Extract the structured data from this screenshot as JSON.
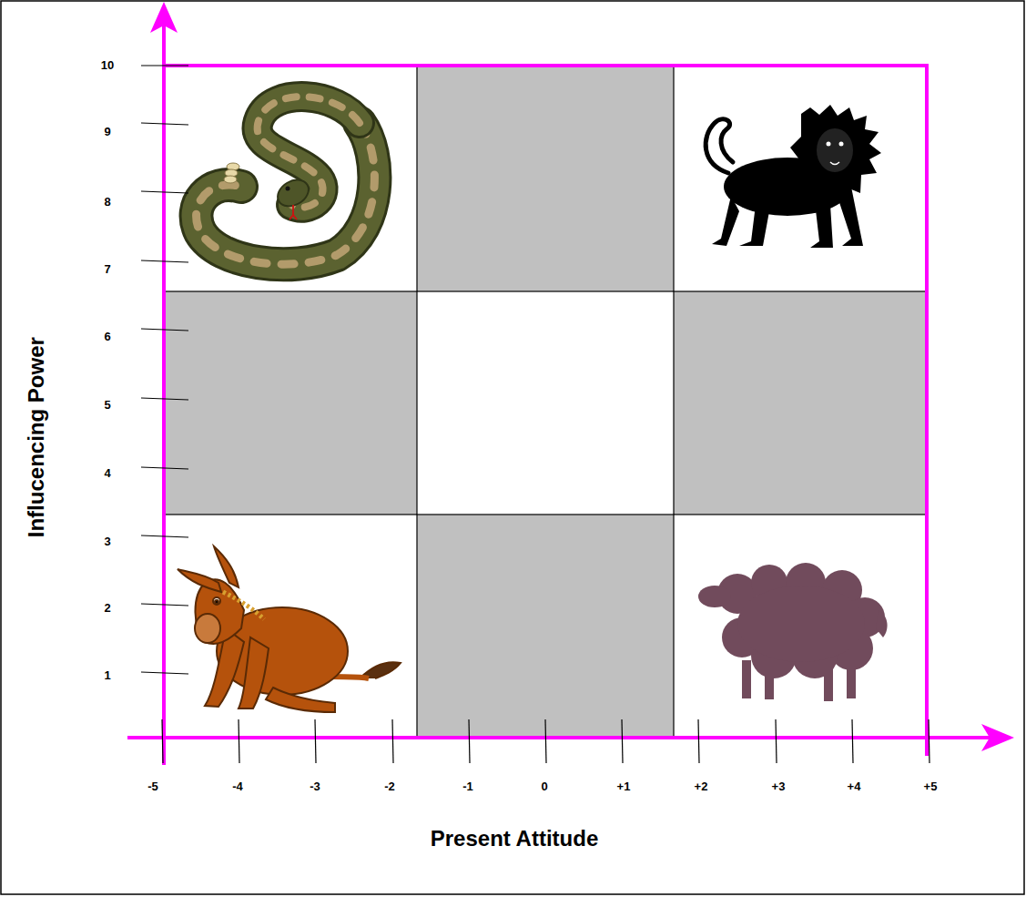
{
  "diagram": {
    "labels": [
      "Influcencing Power",
      "Present Attitude",
      "10",
      "9",
      "8",
      "7",
      "6",
      "5",
      "4",
      "3",
      "2",
      "1",
      "-5",
      "-4",
      "-3",
      "-2",
      "-1",
      "0",
      "+1",
      "+2",
      "+3",
      "+4",
      "+5"
    ]
  }
}
